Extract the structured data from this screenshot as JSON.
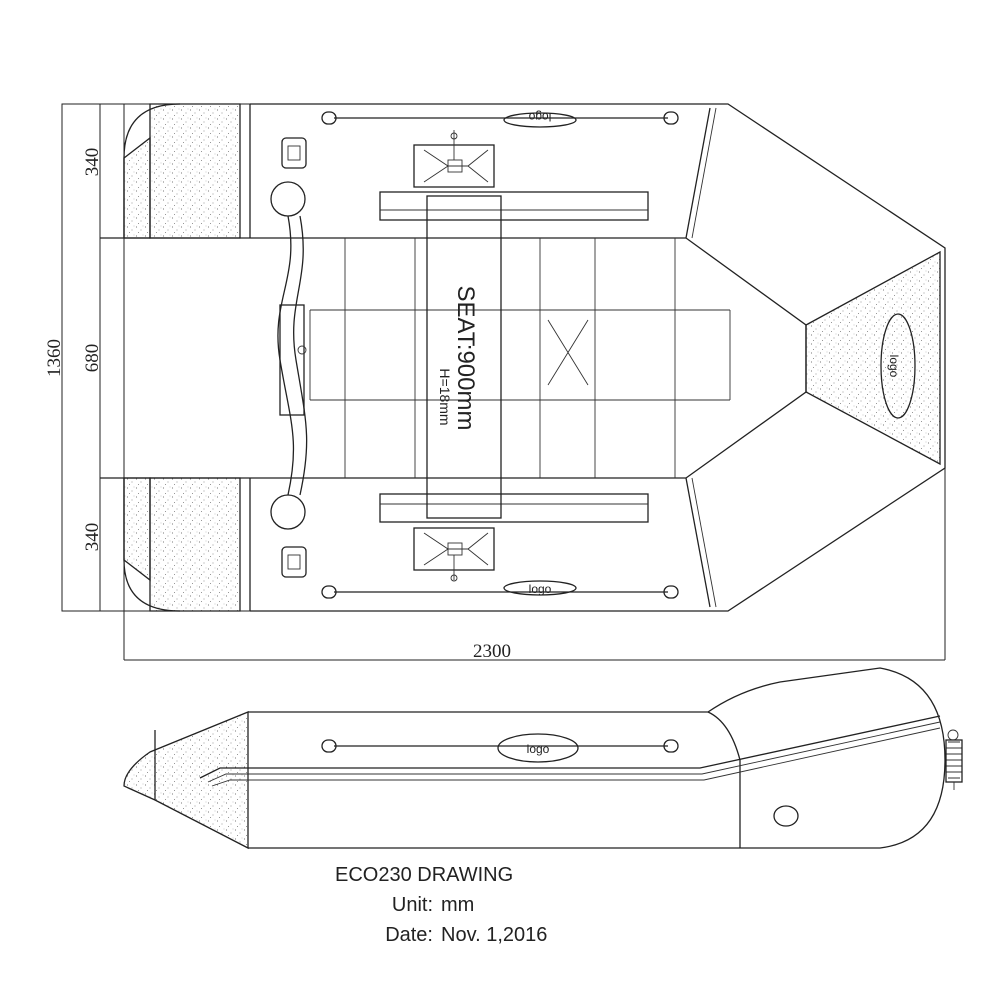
{
  "dimensions": {
    "total_width": "1360",
    "tube_top": "340",
    "floor_width": "680",
    "tube_bottom": "340",
    "length": "2300"
  },
  "seat": {
    "title": "SEAT:900mm",
    "height": "H=18mm"
  },
  "logo_text": "logo",
  "title_block": {
    "model": "ECO230  DRAWING",
    "unit_label": "Unit:",
    "unit_value": "mm",
    "date_label": "Date:",
    "date_value": "Nov. 1,2016"
  },
  "colors": {
    "line": "#222222",
    "paper": "#ffffff"
  }
}
